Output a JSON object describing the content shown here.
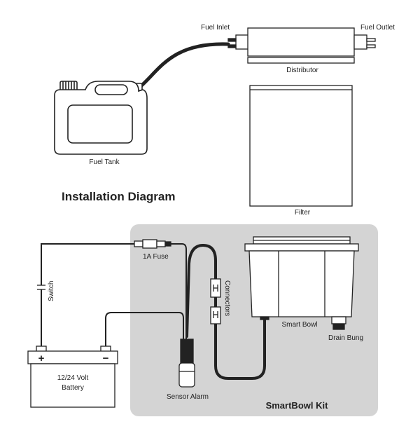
{
  "title": "Installation Diagram",
  "labels": {
    "fuel_inlet": "Fuel Inlet",
    "fuel_outlet": "Fuel Outlet",
    "distributor": "Distributor",
    "fuel_tank": "Fuel Tank",
    "filter": "Filter",
    "fuse": "1A Fuse",
    "switch": "Switch",
    "connectors": "Connectors",
    "smart_bowl": "Smart Bowl",
    "drain_bung": "Drain Bung",
    "battery_line1": "12/24 Volt",
    "battery_line2": "Battery",
    "battery_plus": "+",
    "battery_minus": "−",
    "sensor_alarm": "Sensor Alarm",
    "kit": "SmartBowl Kit"
  },
  "colors": {
    "kit_panel": "#d4d4d4",
    "stroke": "#222222",
    "fill": "#ffffff"
  }
}
